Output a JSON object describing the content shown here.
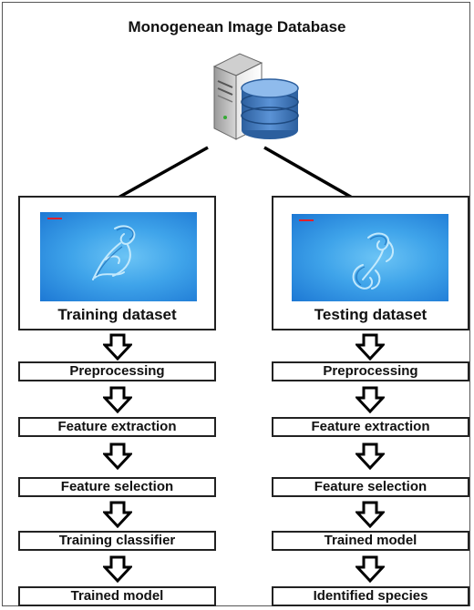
{
  "title": "Monogenean Image Database",
  "left_column": {
    "dataset_label": "Training dataset",
    "steps": [
      "Preprocessing",
      "Feature extraction",
      "Feature selection",
      "Training classifier",
      "Trained model"
    ]
  },
  "right_column": {
    "dataset_label": "Testing dataset",
    "steps": [
      "Preprocessing",
      "Feature extraction",
      "Feature selection",
      "Trained model",
      "Identified species"
    ]
  },
  "icons": {
    "database": "server-database-icon",
    "arrow": "down-arrow-icon"
  },
  "colors": {
    "microscope_background": "#3fa4ea",
    "scale_bar": "#e0202a",
    "database": "#4a7fc1"
  }
}
